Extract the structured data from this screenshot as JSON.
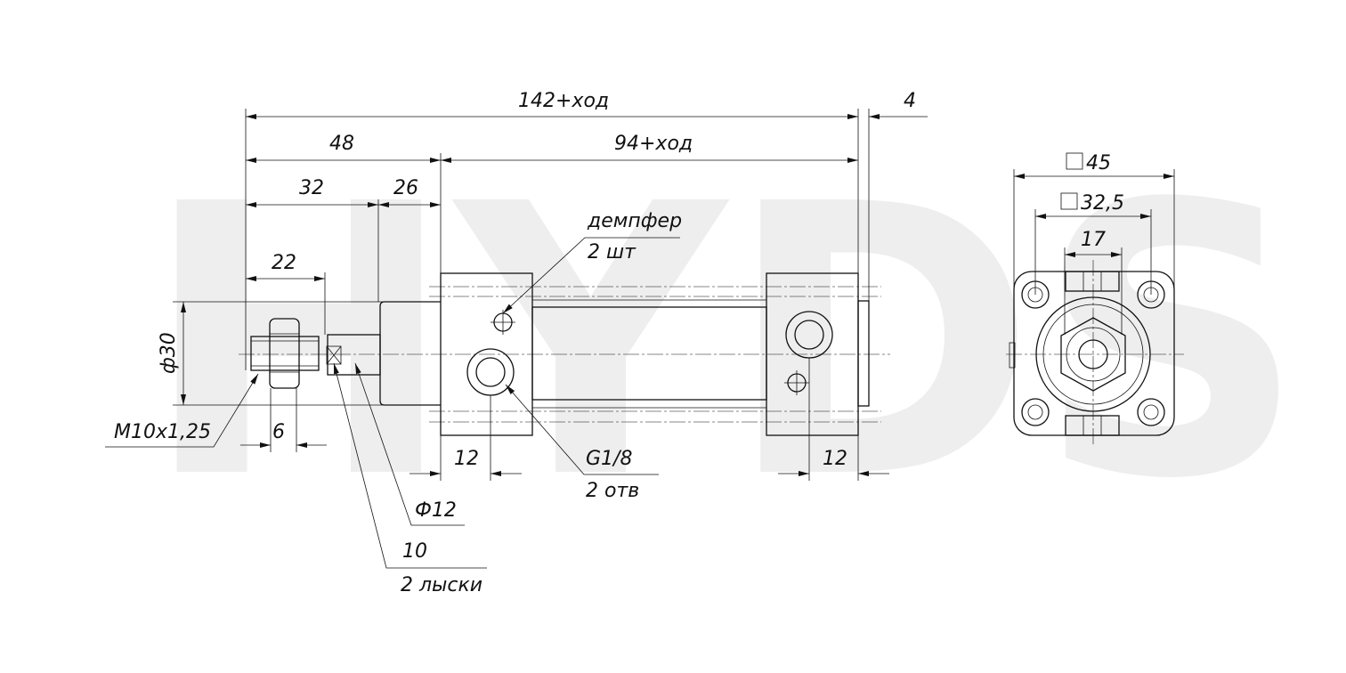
{
  "watermark": "HYDS",
  "side_view": {
    "dims": {
      "overall": "142+ход",
      "gap": "4",
      "front": "48",
      "body": "94+ход",
      "rod": "32",
      "head": "26",
      "thread_len": "22",
      "bore": "ф30",
      "nut": "6",
      "port_left": "12",
      "port_right": "12"
    },
    "callouts": {
      "damper": "демпфер",
      "damper_qty": "2 шт",
      "thread": "M10x1,25",
      "port": "G1/8",
      "port_qty": "2 отв",
      "rod_dia": "Ф12",
      "flats": "10",
      "flats_qty": "2 лыски"
    }
  },
  "end_view": {
    "dims": {
      "outer": "45",
      "bolt": "32,5",
      "hex": "17"
    }
  }
}
